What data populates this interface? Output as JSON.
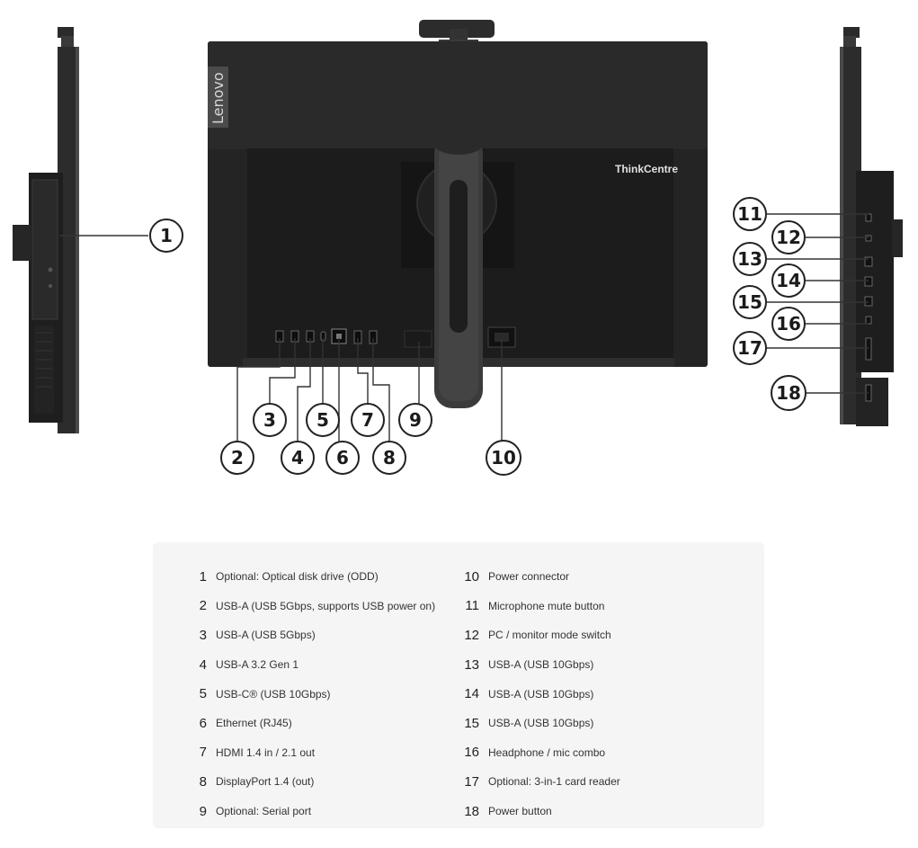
{
  "brand": {
    "rotated_logo": "Lenovo",
    "model_logo": "ThinkCentre"
  },
  "callouts": [
    "1",
    "2",
    "3",
    "4",
    "5",
    "6",
    "7",
    "8",
    "9",
    "10",
    "11",
    "12",
    "13",
    "14",
    "15",
    "16",
    "17",
    "18"
  ],
  "legend": {
    "left": [
      {
        "num": "1",
        "text": "Optional: Optical disk drive (ODD)"
      },
      {
        "num": "2",
        "text": "USB-A (USB 5Gbps, supports USB power on)"
      },
      {
        "num": "3",
        "text": "USB-A (USB 5Gbps)"
      },
      {
        "num": "4",
        "text": "USB-A 3.2 Gen 1"
      },
      {
        "num": "5",
        "text": "USB-C® (USB 10Gbps)"
      },
      {
        "num": "6",
        "text": "Ethernet (RJ45)"
      },
      {
        "num": "7",
        "text": "HDMI 1.4 in / 2.1 out"
      },
      {
        "num": "8",
        "text": "DisplayPort 1.4 (out)"
      },
      {
        "num": "9",
        "text": "Optional: Serial port"
      }
    ],
    "right": [
      {
        "num": "10",
        "text": "Power connector"
      },
      {
        "num": "11",
        "text": "Microphone mute button"
      },
      {
        "num": "12",
        "text": "PC / monitor mode switch"
      },
      {
        "num": "13",
        "text": "USB-A (USB 10Gbps)"
      },
      {
        "num": "14",
        "text": "USB-A (USB 10Gbps)"
      },
      {
        "num": "15",
        "text": "USB-A (USB 10Gbps)"
      },
      {
        "num": "16",
        "text": "Headphone / mic combo"
      },
      {
        "num": "17",
        "text": "Optional: 3-in-1 card reader"
      },
      {
        "num": "18",
        "text": "Power button"
      }
    ]
  }
}
